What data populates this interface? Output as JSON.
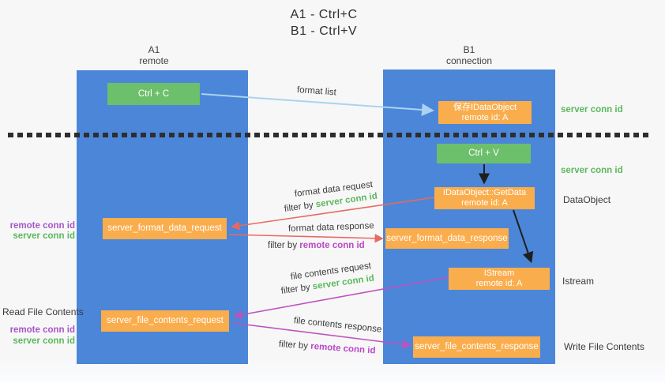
{
  "title": {
    "line1": "A1 - Ctrl+C",
    "line2": "B1 - Ctrl+V"
  },
  "lifelines": {
    "left": {
      "name": "A1",
      "role": "remote"
    },
    "right": {
      "name": "B1",
      "role": "connection"
    }
  },
  "boxes": {
    "ctrl_c": "Ctrl + C",
    "ctrl_v": "Ctrl + V",
    "save_dataobject": {
      "line1": "保存IDataObject",
      "line2": "remote id: A"
    },
    "getdata": {
      "line1": "IDataObject::GetData",
      "line2": "remote id: A"
    },
    "istream": {
      "line1": "IStream",
      "line2": "remote id: A"
    },
    "server_format_data_request": "server_format_data_request",
    "server_format_data_response": "server_format_data_response",
    "server_file_contents_request": "server_file_contents_request",
    "server_file_contents_response": "server_file_contents_response"
  },
  "labels": {
    "format_list": "format list",
    "format_data_request": "format data request",
    "format_data_response": "format data response",
    "file_contents_request": "file contents request",
    "file_contents_response": "file contents response",
    "filter_by": "filter by",
    "server_conn_id": "server conn id",
    "remote_conn_id": "remote conn id",
    "read_file_contents": "Read File Contents",
    "write_file_contents": "Write File Contents",
    "data_object": "DataObject",
    "istream": "Istream"
  },
  "colors": {
    "lifeline_blue": "#4C86D9",
    "green_box": "#6CBF6B",
    "orange_box": "#FAAD4D",
    "arrow_light_blue": "#A9D3F0",
    "arrow_red": "#E9695F",
    "arrow_magenta": "#BE53BE",
    "arrow_black": "#1F1F1F",
    "green_text": "#5CB85C",
    "purple_text": "#A855C7",
    "dark_text": "#3C3C3C",
    "background": "#F7F7F8"
  }
}
